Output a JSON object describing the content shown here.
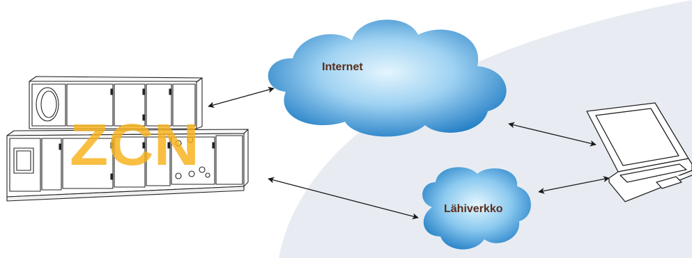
{
  "labels": {
    "internet": "Internet",
    "lan": "Lähiverkko",
    "brand": "ZCN"
  },
  "colors": {
    "background_arc": "#e8ecf2",
    "cloud_light": "#dff3fd",
    "cloud_dark": "#1a78c2",
    "brand": "#f7b21b",
    "label_text": "#5a2d1a",
    "line": "#1a1a1a"
  },
  "icons": {
    "air_handling_unit": "air-handling-unit-icon",
    "laptop": "laptop-icon"
  }
}
